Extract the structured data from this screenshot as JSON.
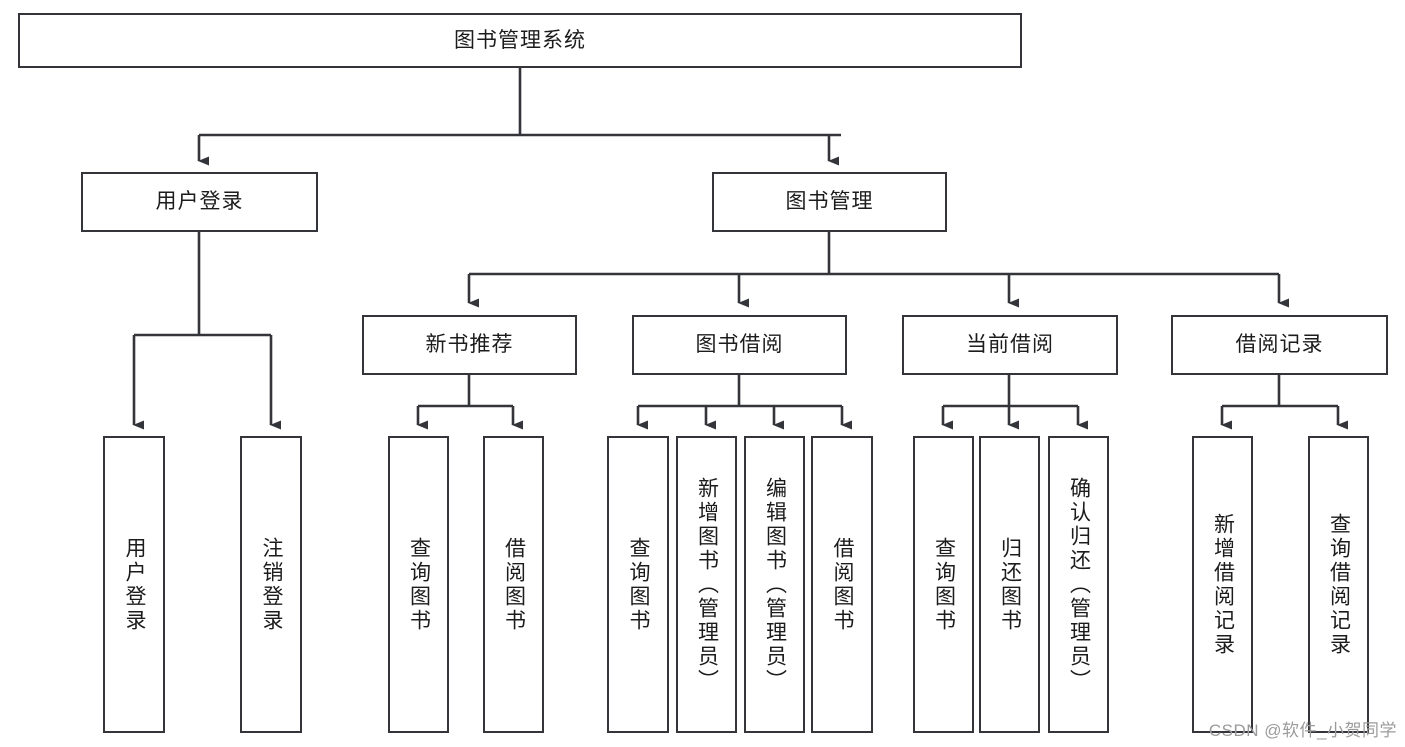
{
  "diagram": {
    "title": "图书管理系统",
    "type": "hierarchy-tree",
    "root": {
      "id": "root",
      "label": "图书管理系统"
    },
    "level2": [
      {
        "id": "user-login",
        "label": "用户登录"
      },
      {
        "id": "book-management",
        "label": "图书管理"
      }
    ],
    "level3": [
      {
        "id": "new-book-recommend",
        "label": "新书推荐",
        "parent": "book-management"
      },
      {
        "id": "book-borrow",
        "label": "图书借阅",
        "parent": "book-management"
      },
      {
        "id": "current-borrow",
        "label": "当前借阅",
        "parent": "book-management"
      },
      {
        "id": "borrow-record",
        "label": "借阅记录",
        "parent": "book-management"
      }
    ],
    "leaves": [
      {
        "id": "leaf-user-login",
        "label": "用户登录",
        "parent": "user-login"
      },
      {
        "id": "leaf-logout-login",
        "label": "注销登录",
        "parent": "user-login"
      },
      {
        "id": "leaf-query-book-1",
        "label": "查询图书",
        "parent": "new-book-recommend"
      },
      {
        "id": "leaf-borrow-book-1",
        "label": "借阅图书",
        "parent": "new-book-recommend"
      },
      {
        "id": "leaf-query-book-2",
        "label": "查询图书",
        "parent": "book-borrow"
      },
      {
        "id": "leaf-add-book",
        "label": "新增图书（管理员）",
        "parent": "book-borrow"
      },
      {
        "id": "leaf-edit-book",
        "label": "编辑图书（管理员）",
        "parent": "book-borrow"
      },
      {
        "id": "leaf-borrow-book-2",
        "label": "借阅图书",
        "parent": "book-borrow"
      },
      {
        "id": "leaf-query-book-3",
        "label": "查询图书",
        "parent": "current-borrow"
      },
      {
        "id": "leaf-return-book",
        "label": "归还图书",
        "parent": "current-borrow"
      },
      {
        "id": "leaf-confirm-return",
        "label": "确认归还（管理员）",
        "parent": "current-borrow"
      },
      {
        "id": "leaf-add-record",
        "label": "新增借阅记录",
        "parent": "borrow-record"
      },
      {
        "id": "leaf-query-record",
        "label": "查询借阅记录",
        "parent": "borrow-record"
      }
    ],
    "colors": {
      "stroke": "#33353a",
      "fill": "#ffffff",
      "text": "#1c1c1c",
      "watermark": "#9b9b9b"
    }
  },
  "watermark": {
    "text": "CSDN @软件_小贺同学"
  }
}
